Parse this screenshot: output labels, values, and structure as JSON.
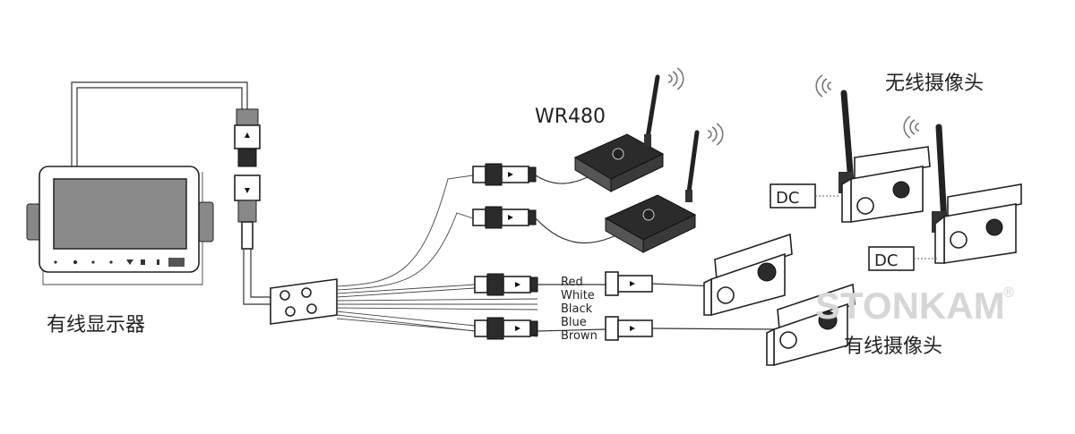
{
  "labels": {
    "wired_display": "有线显示器",
    "receiver_model": "WR480",
    "wireless_camera": "无线摄像头",
    "wired_camera": "有线摄像头",
    "watermark": "STONKAM",
    "registered_mark": "®"
  },
  "dc_labels": [
    "DC",
    "DC"
  ],
  "wire_colors": [
    "Red",
    "White",
    "Black",
    "Blue",
    "Brown"
  ]
}
